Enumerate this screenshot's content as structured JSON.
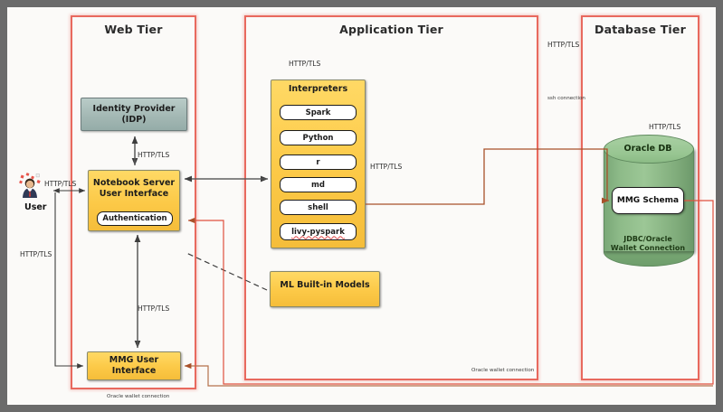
{
  "tiers": [
    {
      "id": "web",
      "title": "Web Tier"
    },
    {
      "id": "app",
      "title": "Application Tier"
    },
    {
      "id": "db",
      "title": "Database Tier"
    }
  ],
  "web": {
    "idp": {
      "line1": "Identity Provider",
      "line2": "(IDP)"
    },
    "notebook": {
      "line1": "Notebook Server",
      "line2": "User Interface"
    },
    "authentication": "Authentication",
    "mmg_ui": "MMG User Interface",
    "label_idp_notebook": "HTTP/TLS",
    "label_notebook_mmg": "HTTP/TLS",
    "label_user_mmg": "HTTP/TLS",
    "label_oracle_wallet": "Oracle wallet connection"
  },
  "user": {
    "label": "User",
    "icon": "user-avatar-icon",
    "label_user_notebook": "HTTP/TLS"
  },
  "app": {
    "interpreters_title": "Interpreters",
    "interpreters": [
      "Spark",
      "Python",
      "r",
      "md",
      "shell",
      "livy-pyspark"
    ],
    "ml_models": "ML Built-in Models",
    "label_top": "HTTP/TLS",
    "label_to_db": "HTTP/TLS",
    "label_oracle_wallet": "Oracle wallet connection"
  },
  "between": {
    "label_http_tls": "HTTP/TLS",
    "label_ssh": "ssh connection"
  },
  "db": {
    "oracle_db": "Oracle DB",
    "schema": "MMG Schema",
    "connection": {
      "line1": "JDBC/Oracle",
      "line2": "Wallet Connection"
    },
    "label_http_tls": "HTTP/TLS"
  },
  "colors": {
    "tier_border": "#e8695e",
    "box_fill": "#fcc947",
    "idp_fill": "#a2b7b3",
    "db_fill": "#8ebb89",
    "arrow_gray": "#5a5a5a",
    "arrow_red": "#a8512a",
    "canvas_bg": "#fbfaf8",
    "frame": "#6b6b6b"
  }
}
